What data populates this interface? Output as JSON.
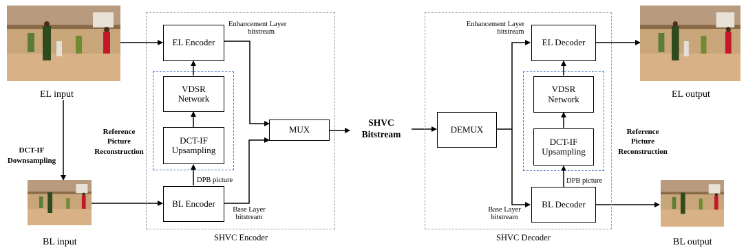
{
  "encoder": {
    "caption": "SHVC Encoder",
    "el_encoder": "EL Encoder",
    "bl_encoder": "BL Encoder",
    "vdsr_line1": "VDSR",
    "vdsr_line2": "Network",
    "dct_line1": "DCT-IF",
    "dct_line2": "Upsampling",
    "mux": "MUX",
    "enh_bitstream_line1": "Enhancement Layer",
    "enh_bitstream_line2": "bitstream",
    "base_bitstream_line1": "Base Layer",
    "base_bitstream_line2": "bitstream",
    "dpb_picture": "DPB picture"
  },
  "decoder": {
    "caption": "SHVC Decoder",
    "el_decoder": "EL Decoder",
    "bl_decoder": "BL Decoder",
    "vdsr_line1": "VDSR",
    "vdsr_line2": "Network",
    "dct_line1": "DCT-IF",
    "dct_line2": "Upsampling",
    "demux": "DEMUX",
    "enh_bitstream_line1": "Enhancement Layer",
    "enh_bitstream_line2": "bitstream",
    "base_bitstream_line1": "Base Layer",
    "base_bitstream_line2": "bitstream",
    "dpb_picture": "DPB picture"
  },
  "labels": {
    "el_input": "EL input",
    "bl_input": "BL input",
    "el_output": "EL output",
    "bl_output": "BL output",
    "downsampling_line1": "DCT-IF",
    "downsampling_line2": "Downsampling",
    "ref_left_line1": "Reference",
    "ref_left_line2": "Picture",
    "ref_left_line3": "Reconstruction",
    "ref_right_line1": "Reference",
    "ref_right_line2": "Picture",
    "ref_right_line3": "Reconstruction",
    "shvc_line1": "SHVC",
    "shvc_line2": "Bitstream"
  }
}
